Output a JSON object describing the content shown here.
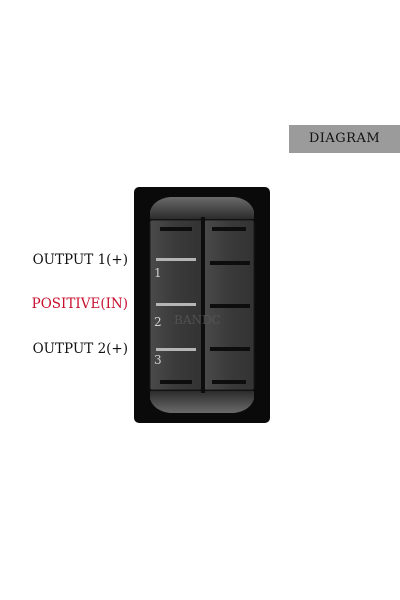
{
  "badge": {
    "label": "DIAGRAM"
  },
  "labels": {
    "output1": "OUTPUT 1(+)",
    "positive": "POSITIVE(IN)",
    "output2": "OUTPUT 2(+)"
  },
  "terminals": [
    "1",
    "2",
    "3"
  ],
  "watermark": "BANDC",
  "colors": {
    "positive_label": "#c8102e",
    "badge_bg": "#9b9b9b",
    "housing": "#0a0a0a",
    "rocker": "#3a3a3a"
  }
}
